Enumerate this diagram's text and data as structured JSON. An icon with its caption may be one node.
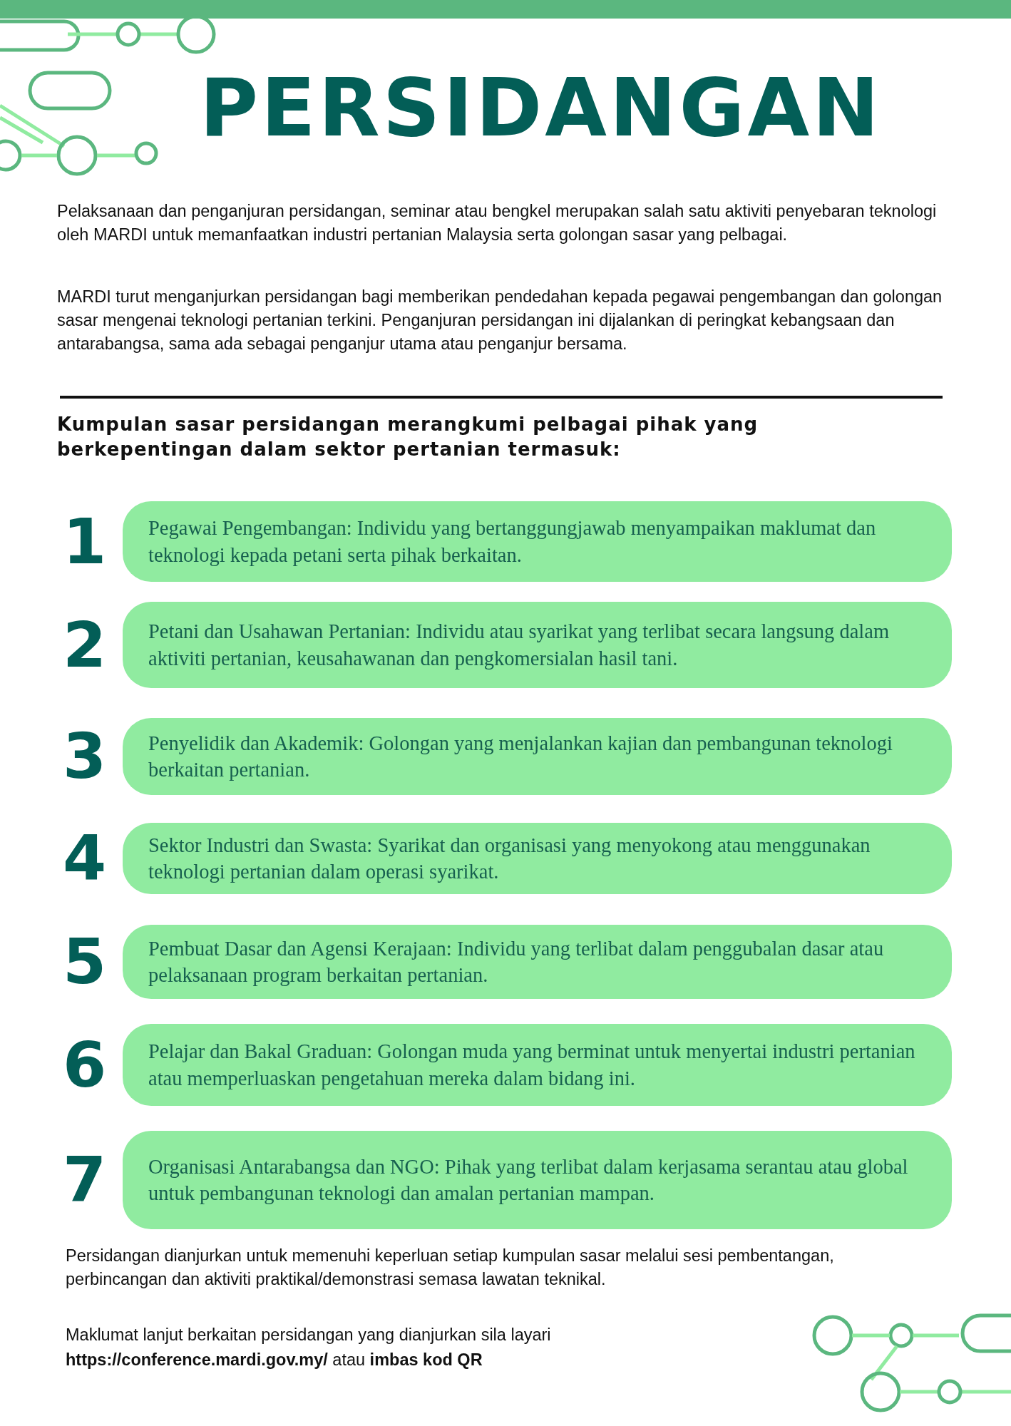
{
  "diagram": {
    "title": "PERSIDANGAN",
    "nodes": [
      {
        "text": [
          "Pegawai Pengembangan: Individu yang bertanggungjawab menyampaikan maklumat dan teknologi kepada petani serta pihak berkaitan."
        ],
        "beside": [
          "1"
        ]
      },
      {
        "text": [
          "Petani dan Usahawan Pertanian: Individu atau syarikat yang terlibat secara langsung dalam aktiviti pertanian, keusahawanan dan pengkomersialan hasil tani."
        ],
        "beside": [
          "2"
        ]
      },
      {
        "text": [
          "Penyelidik dan Akademik: Golongan yang menjalankan kajian dan pembangunan teknologi berkaitan pertanian."
        ],
        "beside": [
          "3"
        ]
      },
      {
        "text": [
          "Sektor Industri dan Swasta: Syarikat dan organisasi yang menyokong atau menggunakan teknologi pertanian dalam operasi syarikat."
        ],
        "beside": [
          "4"
        ]
      },
      {
        "text": [
          "Pembuat Dasar dan Agensi Kerajaan: Individu yang terlibat dalam penggubalan dasar atau pelaksanaan program berkaitan pertanian."
        ],
        "beside": [
          "5"
        ]
      },
      {
        "text": [
          "Pelajar dan Bakal Graduan: Golongan muda yang berminat untuk menyertai industri pertanian atau memperluaskan pengetahuan mereka dalam bidang ini."
        ],
        "beside": [
          "6"
        ]
      },
      {
        "text": [
          "Organisasi Antarabangsa dan NGO: Pihak yang terlibat dalam kerjasama serantau atau global untuk pembangunan teknologi dan amalan pertanian mampan."
        ],
        "beside": [
          "7"
        ]
      }
    ],
    "labels": [
      "Pelaksanaan dan penganjuran persidangan, seminar atau bengkel merupakan salah satu aktiviti penyebaran teknologi oleh MARDI untuk memanfaatkan industri pertanian Malaysia serta golongan sasar yang pelbagai.",
      "MARDI turut menganjurkan persidangan bagi memberikan pendedahan kepada pegawai pengembangan dan golongan sasar mengenai teknologi pertanian terkini. Penganjuran persidangan ini dijalankan di peringkat kebangsaan dan antarabangsa, sama ada sebagai penganjur utama atau penganjur bersama.",
      "Kumpulan sasar persidangan merangkumi pelbagai pihak yang berkepentingan dalam sektor pertanian termasuk:",
      "Persidangan dianjurkan untuk memenuhi keperluan setiap kumpulan sasar melalui sesi pembentangan, perbincangan dan aktiviti praktikal/demonstrasi semasa lawatan teknikal.",
      "Maklumat lanjut berkaitan persidangan yang dianjurkan sila layari **https://conference.mardi.gov.my/** atau **imbas kod QR**"
    ]
  }
}
